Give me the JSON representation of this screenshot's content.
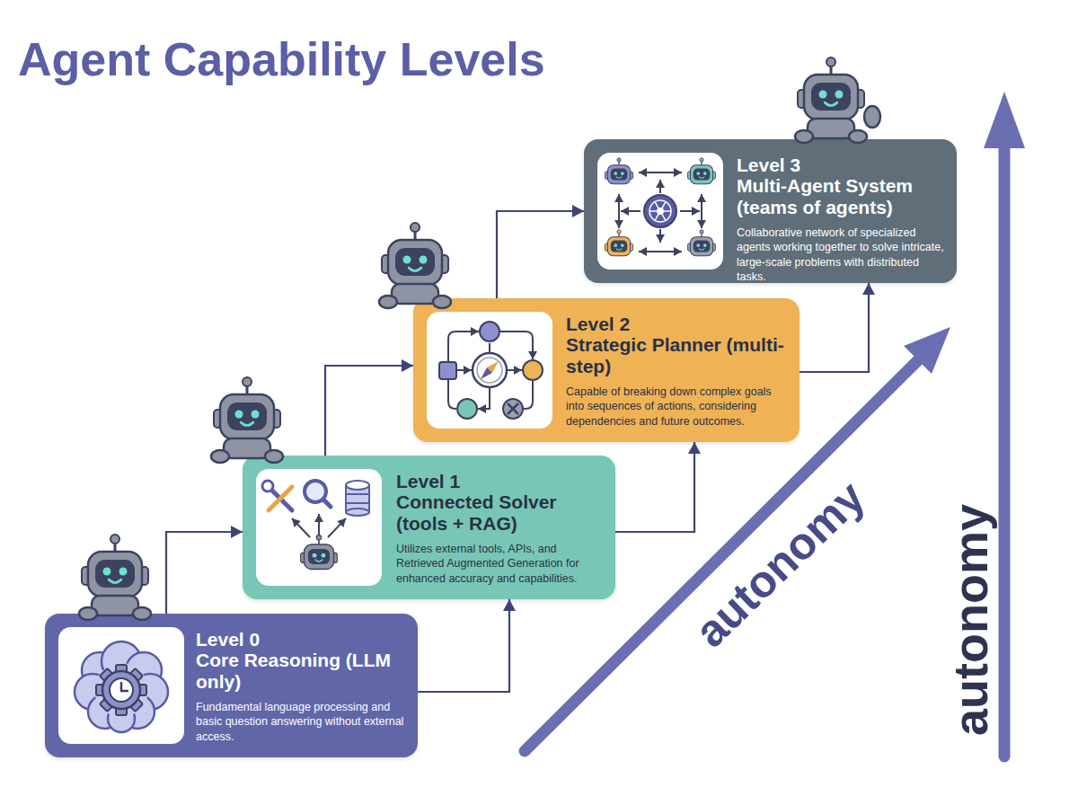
{
  "diagram": {
    "title": "Agent Capability Levels",
    "nodes": [
      {
        "text": [
          "Level 0",
          "Core Reasoning (LLM only)",
          "Fundamental language processing and basic question answering without external access."
        ]
      },
      {
        "text": [
          "Level 1",
          "Connected Solver (tools + RAG)",
          "Utilizes external tools, APIs, and Retrieved Augmented Generation for enhanced accuracy and capabilities."
        ]
      },
      {
        "text": [
          "Level 2",
          "Strategic Planner (multi-step)",
          "Capable of breaking down complex goals into sequences of actions, considering dependencies and future outcomes."
        ]
      },
      {
        "text": [
          "Level 3",
          "Multi-Agent System (teams of agents)",
          "Collaborative network of specialized agents working together to solve intricate, large-scale problems with distributed tasks."
        ]
      }
    ],
    "edges": [
      {
        "from": 0,
        "to": 1,
        "arrow": "to"
      },
      {
        "from": 0,
        "to": 1,
        "arrow": "to"
      },
      {
        "from": 1,
        "to": 2,
        "arrow": "to"
      },
      {
        "from": 1,
        "to": 2,
        "arrow": "to"
      },
      {
        "from": 2,
        "to": 3,
        "arrow": "to"
      },
      {
        "from": 2,
        "to": 3,
        "arrow": "to"
      }
    ],
    "labels": [
      "autonomy",
      "autonomy"
    ]
  }
}
